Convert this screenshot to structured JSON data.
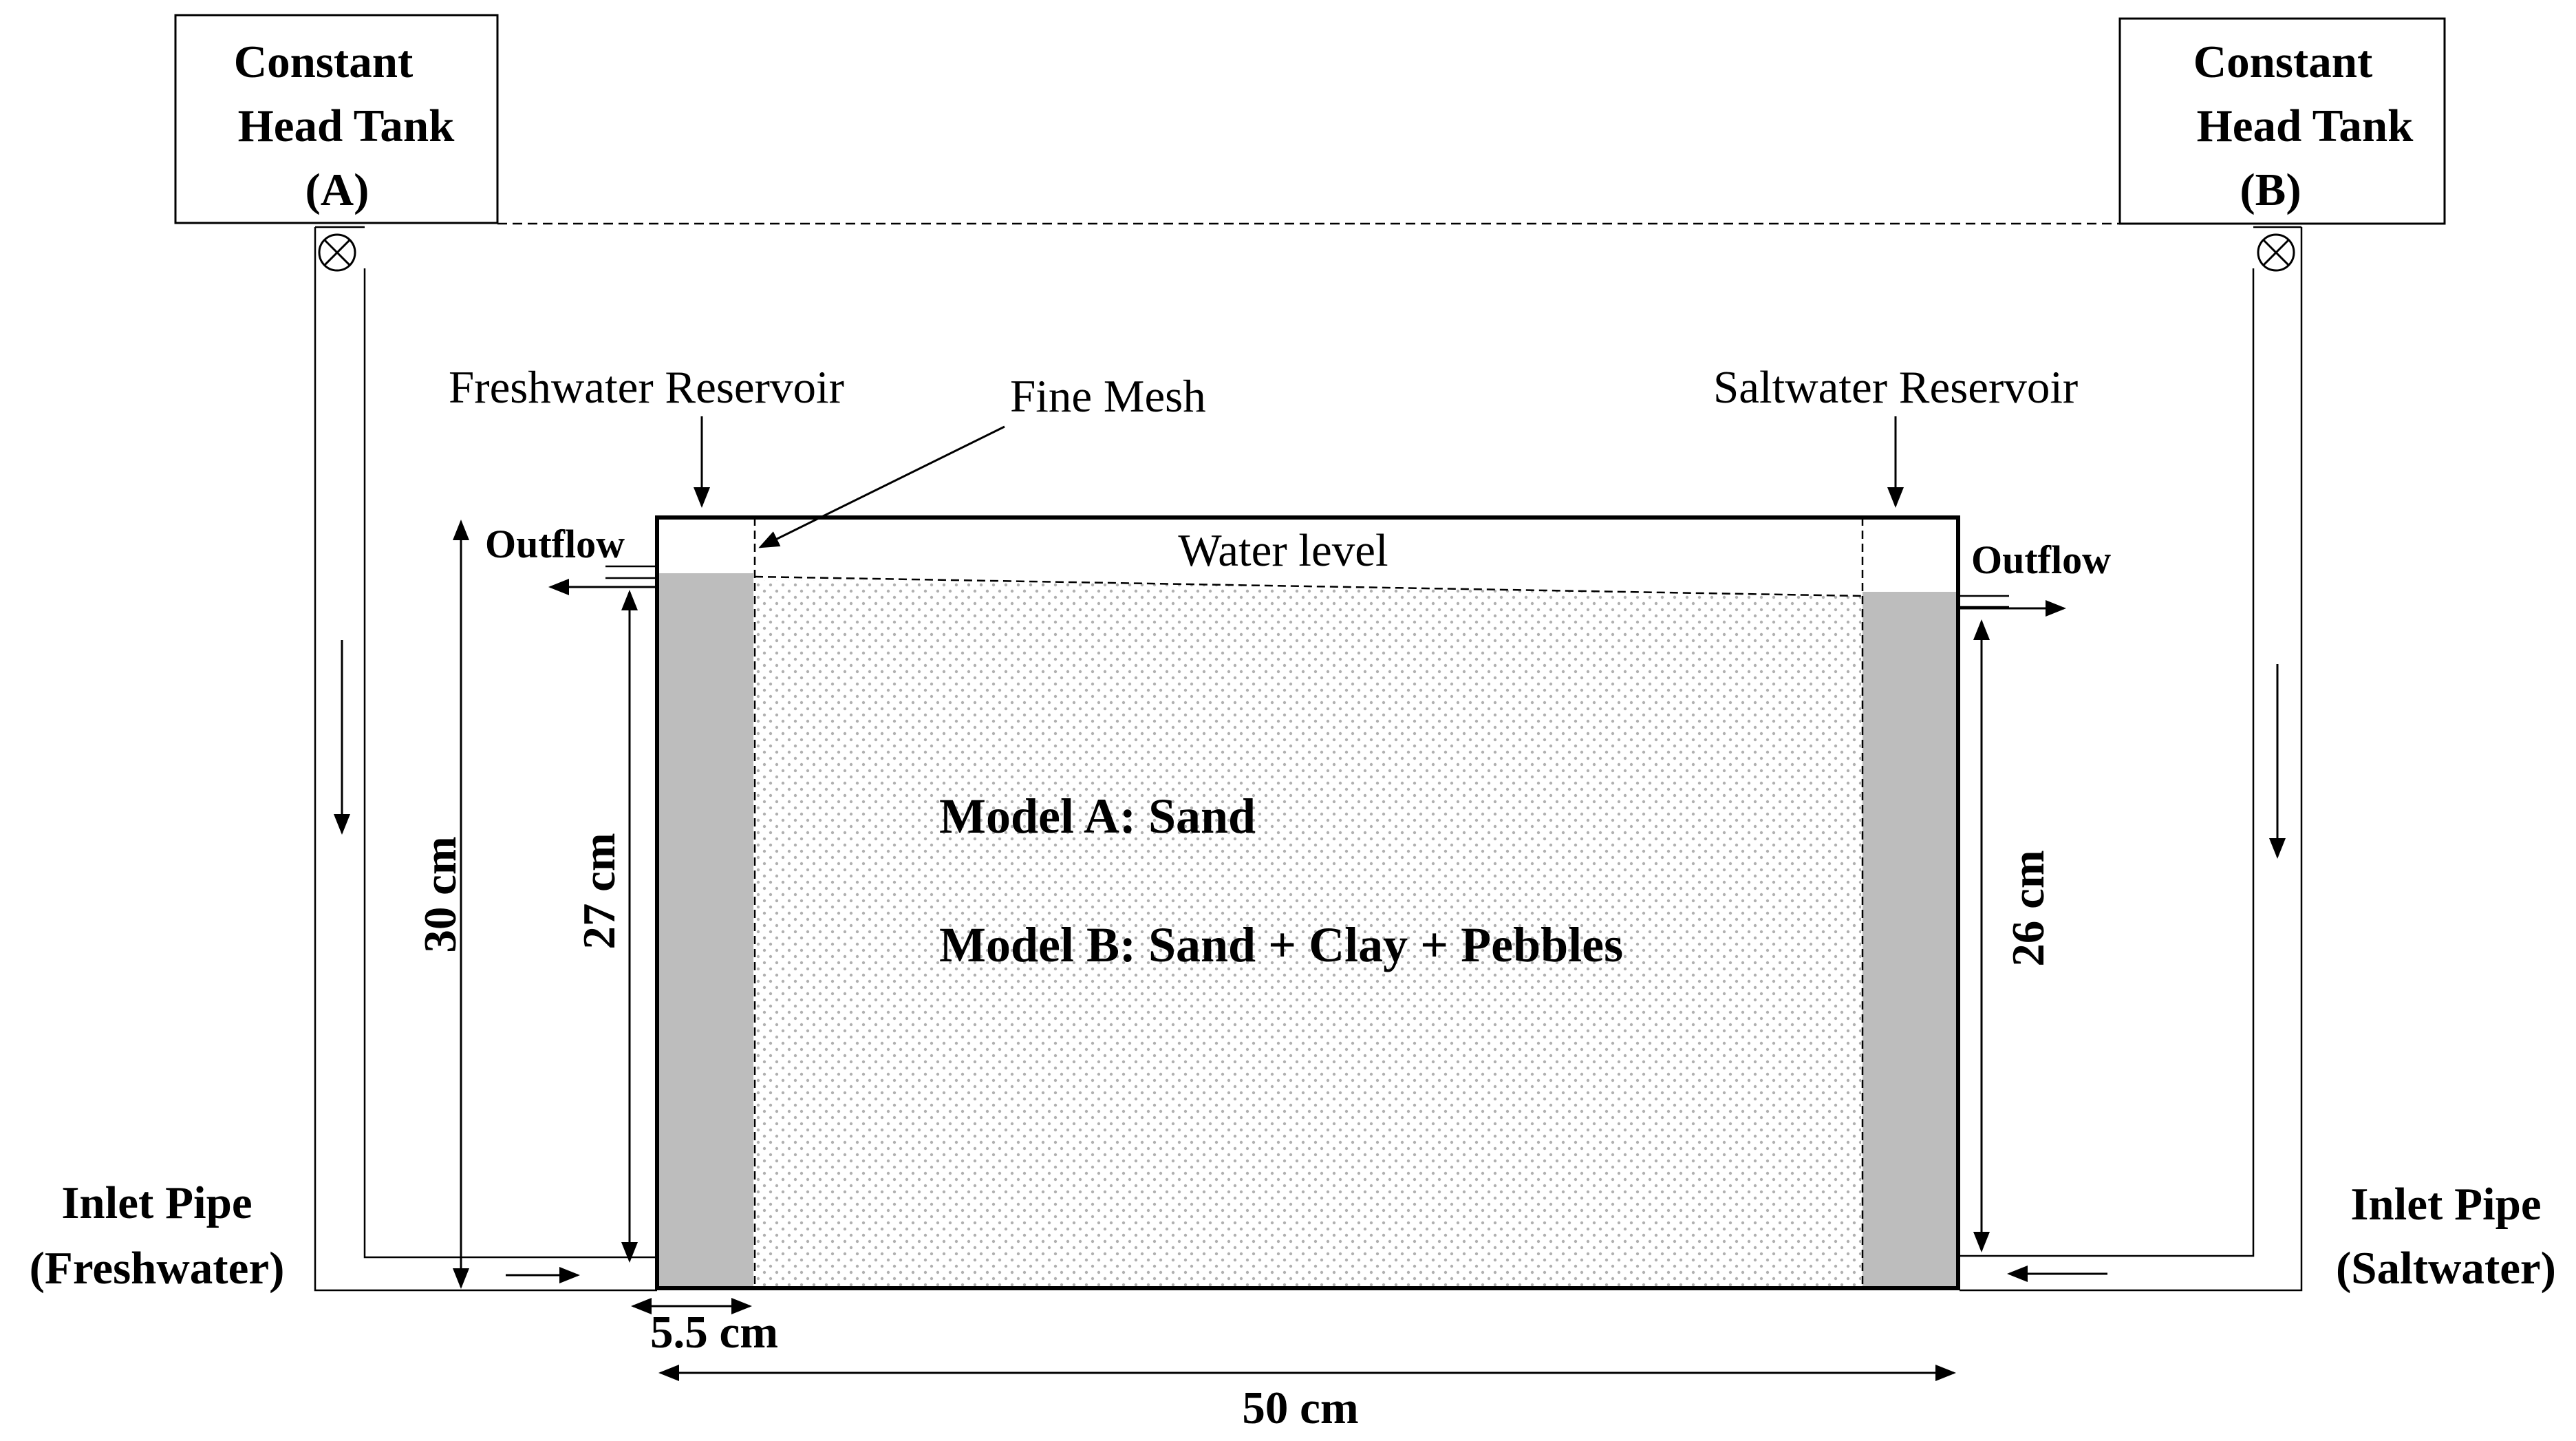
{
  "tank_a": {
    "line1": "Constant",
    "line2": "Head Tank",
    "line3": "(A)"
  },
  "tank_b": {
    "line1": "Constant",
    "line2": "Head Tank",
    "line3": "(B)"
  },
  "labels": {
    "freshwater_reservoir": "Freshwater Reservoir",
    "fine_mesh": "Fine Mesh",
    "saltwater_reservoir": "Saltwater Reservoir",
    "water_level": "Water level",
    "outflow_left": "Outflow",
    "outflow_right": "Outflow",
    "inlet_left_line1": "Inlet Pipe",
    "inlet_left_line2": "(Freshwater)",
    "inlet_right_line1": "Inlet Pipe",
    "inlet_right_line2": "(Saltwater)"
  },
  "models": {
    "model_a": "Model A: Sand",
    "model_b": "Model B: Sand + Clay + Pebbles"
  },
  "dimensions": {
    "height_total": "30 cm",
    "height_fresh": "27 cm",
    "height_salt": "26 cm",
    "reservoir_width": "5.5 cm",
    "tank_length": "50 cm"
  },
  "colors": {
    "reservoir_fill": "#bdbdbd",
    "sand_dots": "#b0b0b0",
    "line": "#000000"
  }
}
